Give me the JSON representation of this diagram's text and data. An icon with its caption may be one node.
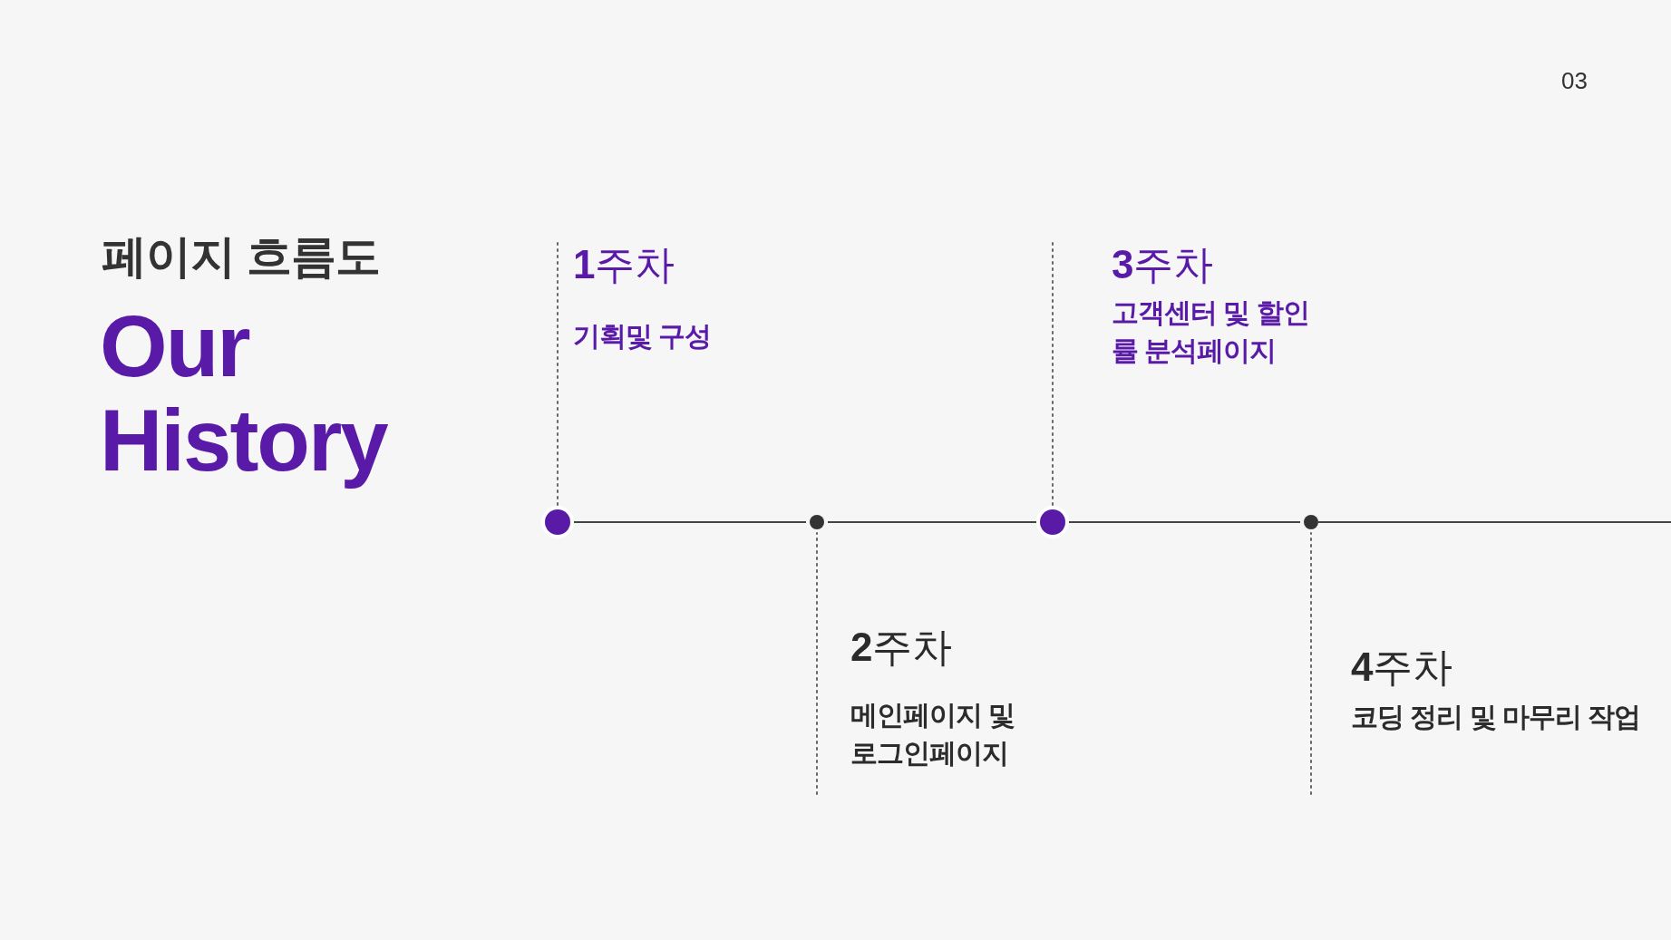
{
  "diagram": {
    "title": "페이지 흐름도",
    "nodes": [
      {
        "text": [
          "**1**주차",
          "기획및 구성"
        ]
      },
      {
        "text": [
          "**3**주차",
          "고객센터 및 할인률 분석페이지"
        ]
      },
      {
        "text": [],
        "shape": "circle"
      },
      {
        "text": [],
        "shape": "circle"
      },
      {
        "text": [],
        "shape": "circle"
      },
      {
        "text": [],
        "shape": "circle"
      },
      {
        "text": [
          "**2**주차",
          "메인페이지 및 로그인페이지"
        ]
      },
      {
        "text": [
          "**4**주차",
          "코딩 정리 및 마무리 작업"
        ]
      }
    ],
    "edges": [
      {
        "from": 2,
        "to": 3,
        "arrow": "none"
      },
      {
        "from": 3,
        "to": 4,
        "arrow": "none"
      },
      {
        "from": 4,
        "to": 5,
        "arrow": "none"
      },
      {
        "from": 5,
        "to": null,
        "arrow": "none"
      },
      {
        "from": 0,
        "to": 2,
        "arrow": "none",
        "style": "dashed"
      },
      {
        "from": 1,
        "to": 4,
        "arrow": "none",
        "style": "dashed"
      },
      {
        "from": 6,
        "to": 3,
        "arrow": "none",
        "style": "dashed"
      },
      {
        "from": 7,
        "to": 5,
        "arrow": "none",
        "style": "dashed"
      }
    ],
    "labels": [
      "03",
      "Our History"
    ]
  }
}
